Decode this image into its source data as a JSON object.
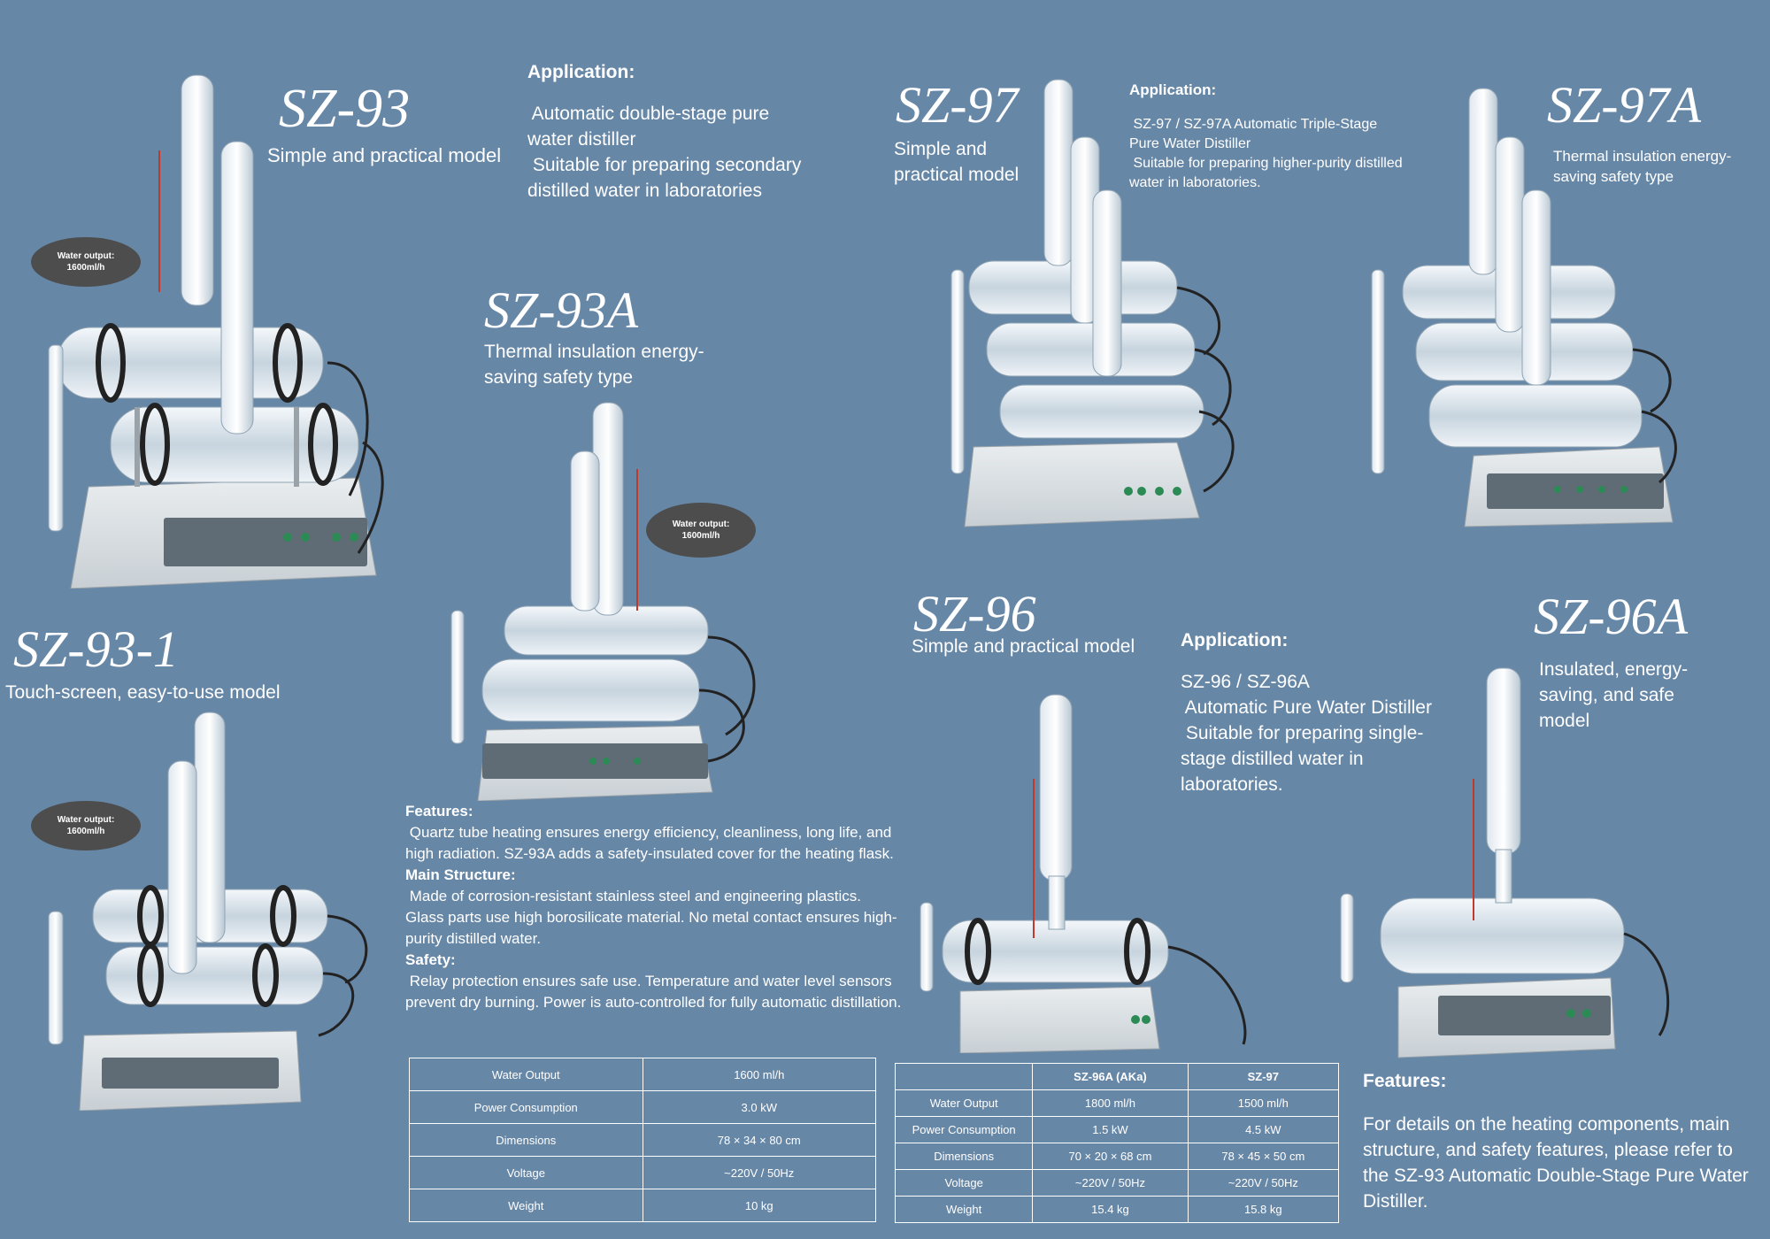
{
  "sz93": {
    "model": "SZ-93",
    "subtitle": "Simple and practical model",
    "badge_line1": "Water output:",
    "badge_line2": "1600ml/h",
    "app_title": "Application:",
    "app_line1": " Automatic double-stage pure",
    "app_line2": "water distiller",
    "app_line3": " Suitable for preparing secondary",
    "app_line4": "distilled water in laboratories"
  },
  "sz93a": {
    "model": "SZ-93A",
    "subtitle_line1": "Thermal insulation energy-",
    "subtitle_line2": "saving safety type",
    "badge_line1": "Water output:",
    "badge_line2": "1600ml/h"
  },
  "sz931": {
    "model": "SZ-93-1",
    "subtitle": "Touch-screen, easy-to-use model",
    "badge_line1": "Water output:",
    "badge_line2": "1600ml/h"
  },
  "features93": {
    "features_h": "Features",
    "features_l1": " Quartz tube heating ensures energy efficiency, cleanliness, long life, and",
    "features_l2": "high radiation. SZ-93A adds a safety-insulated cover for the heating flask.",
    "structure_h": "Main Structure",
    "structure_l1": " Made of corrosion-resistant stainless steel and engineering plastics.",
    "structure_l2": "Glass parts use high borosilicate material. No metal contact ensures high-",
    "structure_l3": "purity distilled water.",
    "safety_h": "Safety",
    "safety_l1": " Relay protection ensures safe use. Temperature and water level sensors",
    "safety_l2": "prevent dry burning. Power is auto-controlled for fully automatic distillation."
  },
  "table93": {
    "rows": [
      [
        "Water Output",
        "1600 ml/h"
      ],
      [
        "Power Consumption",
        "3.0 kW"
      ],
      [
        "Dimensions",
        "78 × 34 × 80 cm"
      ],
      [
        "Voltage",
        "~220V / 50Hz"
      ],
      [
        "Weight",
        "10 kg"
      ]
    ]
  },
  "sz97": {
    "model": "SZ-97",
    "subtitle_line1": "Simple and",
    "subtitle_line2": "practical model",
    "app_title": "Application:",
    "app_line1": " SZ-97 / SZ-97A Automatic Triple-Stage",
    "app_line2": "Pure Water Distiller",
    "app_line3": " Suitable for preparing higher-purity distilled",
    "app_line4": "water in laboratories."
  },
  "sz97a": {
    "model": "SZ-97A",
    "subtitle_line1": "Thermal insulation energy-",
    "subtitle_line2": "saving safety type"
  },
  "sz96": {
    "model": "SZ-96",
    "subtitle": "Simple and practical model",
    "app_title": "Application:",
    "app_line1": "SZ-96 / SZ-96A",
    "app_line2": " Automatic Pure Water Distiller",
    "app_line3": " Suitable for preparing single-",
    "app_line4": "stage distilled water in",
    "app_line5": "laboratories."
  },
  "sz96a": {
    "model": "SZ-96A",
    "subtitle_line1": "Insulated, energy-",
    "subtitle_line2": "saving, and safe",
    "subtitle_line3": "model"
  },
  "table96": {
    "header": [
      "",
      "SZ-96A (AKa)",
      "SZ-97"
    ],
    "rows": [
      [
        "Water Output",
        "1800 ml/h",
        "1500 ml/h"
      ],
      [
        "Power Consumption",
        "1.5 kW",
        "4.5 kW"
      ],
      [
        "Dimensions",
        "70 × 20 × 68 cm",
        "78 × 45 × 50 cm"
      ],
      [
        "Voltage",
        "~220V / 50Hz",
        "~220V / 50Hz"
      ],
      [
        "Weight",
        "15.4 kg",
        "15.8 kg"
      ]
    ]
  },
  "features96": {
    "title": "Features:",
    "line1": "For details on the heating components, main",
    "line2": "structure, and safety features, please refer to",
    "line3": "the SZ-93 Automatic Double-Stage Pure Water",
    "line4": "Distiller."
  },
  "colors": {
    "background": "#6787a7",
    "text": "#ffffff",
    "badge": "#4d4d4d"
  }
}
